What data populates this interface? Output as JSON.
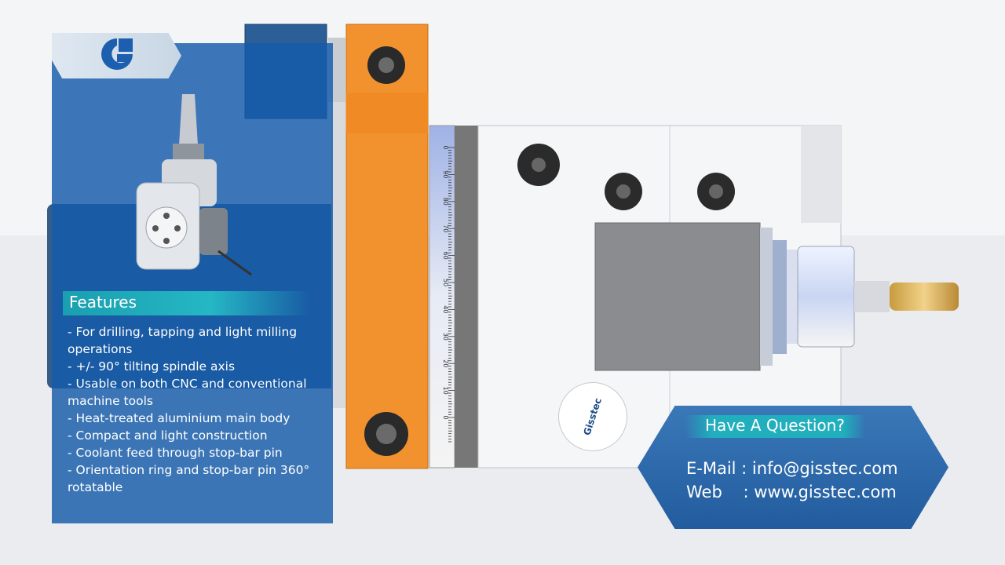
{
  "features": {
    "title": "Features",
    "items": [
      "- For drilling, tapping and light milling operations",
      "- +/- 90° tilting spindle axis",
      "- Usable on both CNC and conventional machine tools",
      "- Heat-treated aluminium main body",
      "- Compact and light construction",
      "- Coolant feed through stop-bar pin",
      "- Orientation ring and stop-bar pin 360° rotatable"
    ]
  },
  "contact": {
    "title": "Have A Question?",
    "email_line": "E-Mail : info@gisstec.com",
    "web_line": "Web    : www.gisstec.com"
  },
  "badge": {
    "brand": "Gisstec"
  },
  "ruler": {
    "ticks": [
      "0",
      "90",
      "80",
      "70",
      "60",
      "50",
      "40",
      "30",
      "20",
      "10",
      "0"
    ]
  },
  "colors": {
    "panel_blue": "#1e5fae",
    "accent_teal": "#25b7c4",
    "orange": "#f2922f"
  },
  "icons": [
    "gisstec-logo-icon",
    "tool-holder-image"
  ]
}
